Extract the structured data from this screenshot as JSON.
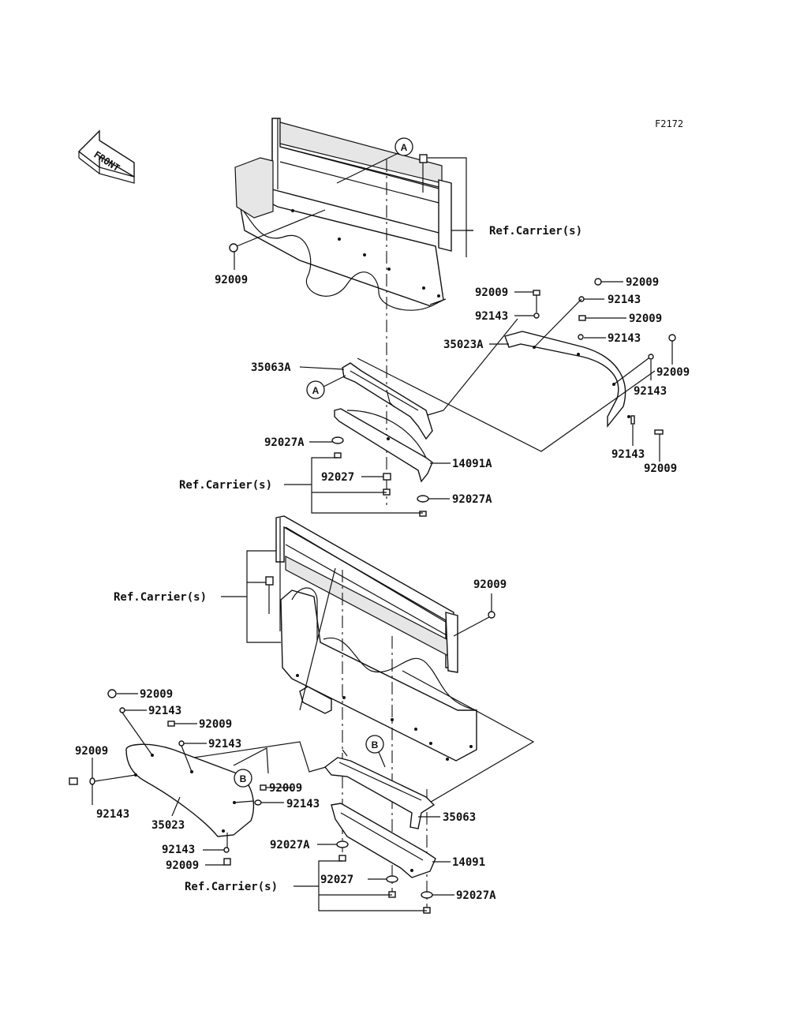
{
  "figure_code": "F2172",
  "front_label": "FRONT",
  "ref_labels": {
    "a": "A",
    "b": "B"
  },
  "labels": [
    {
      "id": "top-left-92009",
      "text": "92009"
    },
    {
      "id": "ref-carrier-top",
      "text": "Ref.Carrier(s)"
    },
    {
      "id": "top-right-92009-a",
      "text": "92009"
    },
    {
      "id": "top-right-92009-b",
      "text": "92009"
    },
    {
      "id": "top-right-92143-a",
      "text": "92143"
    },
    {
      "id": "top-right-92143-b",
      "text": "92143"
    },
    {
      "id": "top-right-92009-c",
      "text": "92009"
    },
    {
      "id": "top-right-92143-c",
      "text": "92143"
    },
    {
      "id": "top-35023A",
      "text": "35023A"
    },
    {
      "id": "top-right-92009-d",
      "text": "92009"
    },
    {
      "id": "top-right-92143-d",
      "text": "92143"
    },
    {
      "id": "top-35063A",
      "text": "35063A"
    },
    {
      "id": "top-right-92143-e",
      "text": "92143"
    },
    {
      "id": "top-right-92009-e",
      "text": "92009"
    },
    {
      "id": "top-92027A-a",
      "text": "92027A"
    },
    {
      "id": "top-14091A",
      "text": "14091A"
    },
    {
      "id": "ref-carrier-mid",
      "text": "Ref.Carrier(s)"
    },
    {
      "id": "top-92027",
      "text": "92027"
    },
    {
      "id": "top-92027A-b",
      "text": "92027A"
    },
    {
      "id": "ref-carrier-lower",
      "text": "Ref.Carrier(s)"
    },
    {
      "id": "mid-92009",
      "text": "92009"
    },
    {
      "id": "bot-92009-a",
      "text": "92009"
    },
    {
      "id": "bot-92143-a",
      "text": "92143"
    },
    {
      "id": "bot-92009-b",
      "text": "92009"
    },
    {
      "id": "bot-92143-b",
      "text": "92143"
    },
    {
      "id": "bot-92009-c",
      "text": "92009"
    },
    {
      "id": "bot-92143-c",
      "text": "92143"
    },
    {
      "id": "bot-35023",
      "text": "35023"
    },
    {
      "id": "bot-92009-d",
      "text": "92009"
    },
    {
      "id": "bot-92143-d",
      "text": "92143"
    },
    {
      "id": "bot-35063",
      "text": "35063"
    },
    {
      "id": "bot-92027A-a",
      "text": "92027A"
    },
    {
      "id": "bot-14091",
      "text": "14091"
    },
    {
      "id": "bot-92143-e",
      "text": "92143"
    },
    {
      "id": "bot-92009-e",
      "text": "92009"
    },
    {
      "id": "bot-92027",
      "text": "92027"
    },
    {
      "id": "ref-carrier-bottom",
      "text": "Ref.Carrier(s)"
    },
    {
      "id": "bot-92027A-b",
      "text": "92027A"
    }
  ]
}
